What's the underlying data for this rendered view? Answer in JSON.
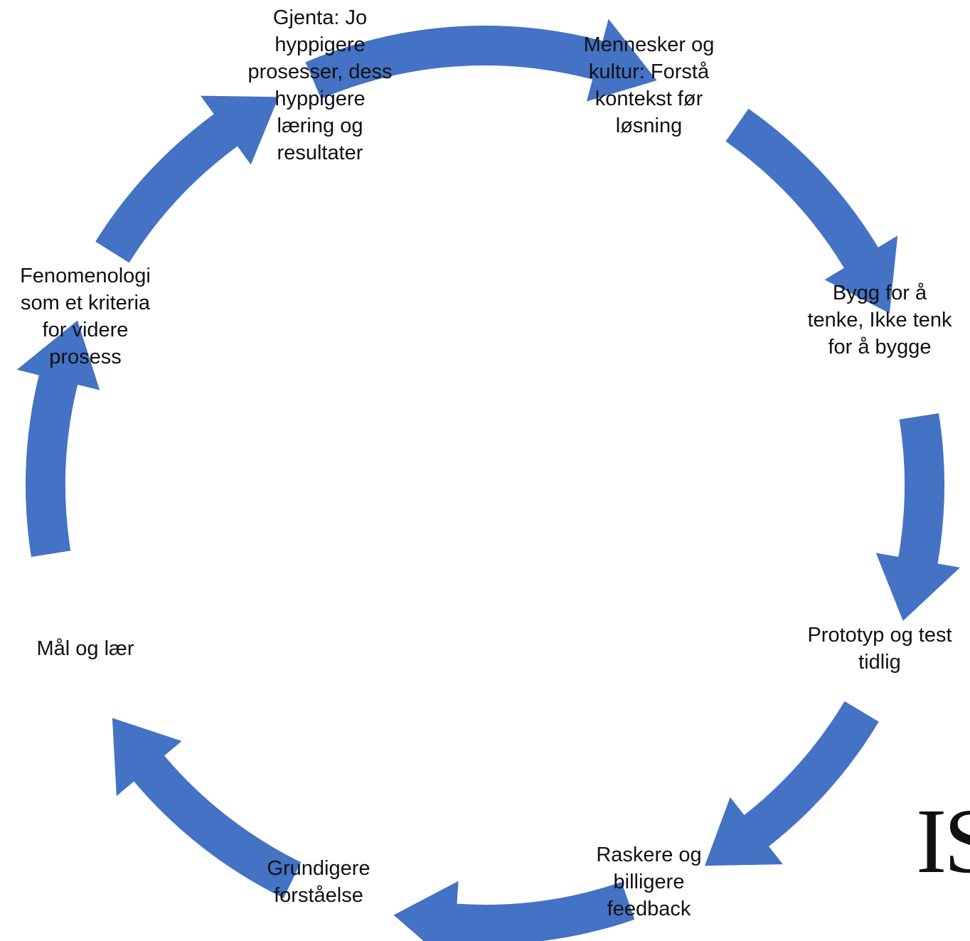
{
  "colors": {
    "arrow": "#4472C4",
    "text": "#111111",
    "background": "#ffffff"
  },
  "steps": [
    {
      "id": "gjenta",
      "label": "Gjenta: Jo\nhyppigere\nprosesser, dess\nhyppigere\nlæring og\nresultater"
    },
    {
      "id": "mennesker",
      "label": "Mennesker og\nkultur: Forstå\nkontekst før\nløsning"
    },
    {
      "id": "bygg",
      "label": "Bygg for å\ntenke, Ikke tenk\nfor å bygge"
    },
    {
      "id": "prototyp",
      "label": "Prototyp og test\ntidlig"
    },
    {
      "id": "raskere",
      "label": "Raskere og\nbilligere\nfeedback"
    },
    {
      "id": "grundigere",
      "label": "Grundigere\nforståelse"
    },
    {
      "id": "maal",
      "label": "Mål og lær"
    },
    {
      "id": "fenomenologi",
      "label": "Fenomenologi\nsom et kriteria\nfor videre\nprosess"
    }
  ],
  "logo": {
    "text": "IS",
    "icon": "university-logo"
  }
}
